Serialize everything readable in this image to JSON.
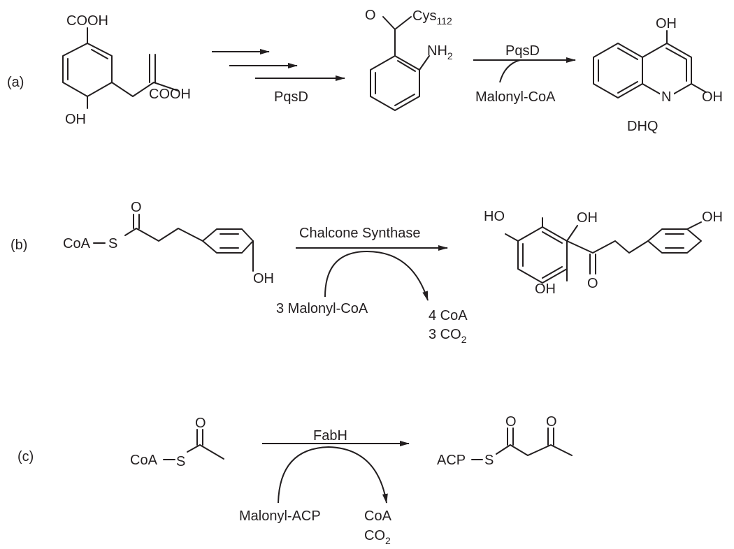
{
  "panels": {
    "a": {
      "label": "(a)",
      "substrate": {
        "cooh_top": "COOH",
        "cooh_side": "COOH",
        "oh": "OH"
      },
      "enzyme_below": "PqsD",
      "intermediate": {
        "cys": "Cys",
        "cys_sub": "112",
        "nh2": "NH",
        "nh2_sub": "2"
      },
      "enzyme_over": "PqsD",
      "cosubstrate": "Malonyl-CoA",
      "product": {
        "oh_top": "OH",
        "n": "N",
        "oh_side": "OH",
        "name": "DHQ"
      }
    },
    "b": {
      "label": "(b)",
      "substrate": {
        "coa": "CoA",
        "s": "S",
        "o": "O",
        "oh": "OH"
      },
      "enzyme": "Chalcone Synthase",
      "cosubstrate": "3 Malonyl-CoA",
      "byproduct_1": "4 CoA",
      "byproduct_2_text": "3 CO",
      "byproduct_2_sub": "2",
      "product": {
        "ho_left": "HO",
        "oh_top": "OH",
        "oh_right": "OH",
        "oh_bottom": "OH",
        "o": "O"
      }
    },
    "c": {
      "label": "(c)",
      "substrate": {
        "coa": "CoA",
        "s": "S",
        "o": "O"
      },
      "enzyme": "FabH",
      "cosubstrate": "Malonyl-ACP",
      "byproduct_1": "CoA",
      "byproduct_2_text": "CO",
      "byproduct_2_sub": "2",
      "product": {
        "acp": "ACP",
        "s": "S",
        "o1": "O",
        "o2": "O"
      }
    }
  }
}
